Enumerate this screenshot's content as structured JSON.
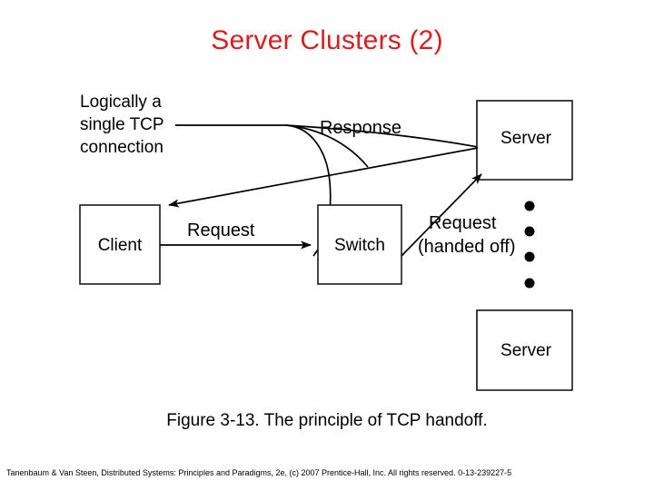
{
  "slide": {
    "title": "Server Clusters (2)",
    "title_color": "#d81f1f",
    "background_color": "#ffffff"
  },
  "figure": {
    "caption": "Figure 3-13. The principle of TCP handoff.",
    "nodes": [
      {
        "id": "client",
        "label": "Client"
      },
      {
        "id": "switch",
        "label": "Switch"
      },
      {
        "id": "server-top",
        "label": "Server"
      },
      {
        "id": "server-bottom",
        "label": "Server"
      }
    ],
    "edge_labels": {
      "request": "Request",
      "response": "Response",
      "request_handoff_line1": "Request",
      "request_handoff_line2": "(handed off)"
    },
    "annotation": {
      "line1": "Logically a",
      "line2": "single TCP",
      "line3": "connection"
    },
    "ellipsis_dots": 4,
    "stroke_color": "#000000",
    "box_fill": "#ffffff"
  },
  "footer": {
    "credit": "Tanenbaum & Van Steen, Distributed Systems: Principles and Paradigms, 2e, (c) 2007 Prentice-Hall, Inc. All rights reserved. 0-13-239227-5"
  }
}
